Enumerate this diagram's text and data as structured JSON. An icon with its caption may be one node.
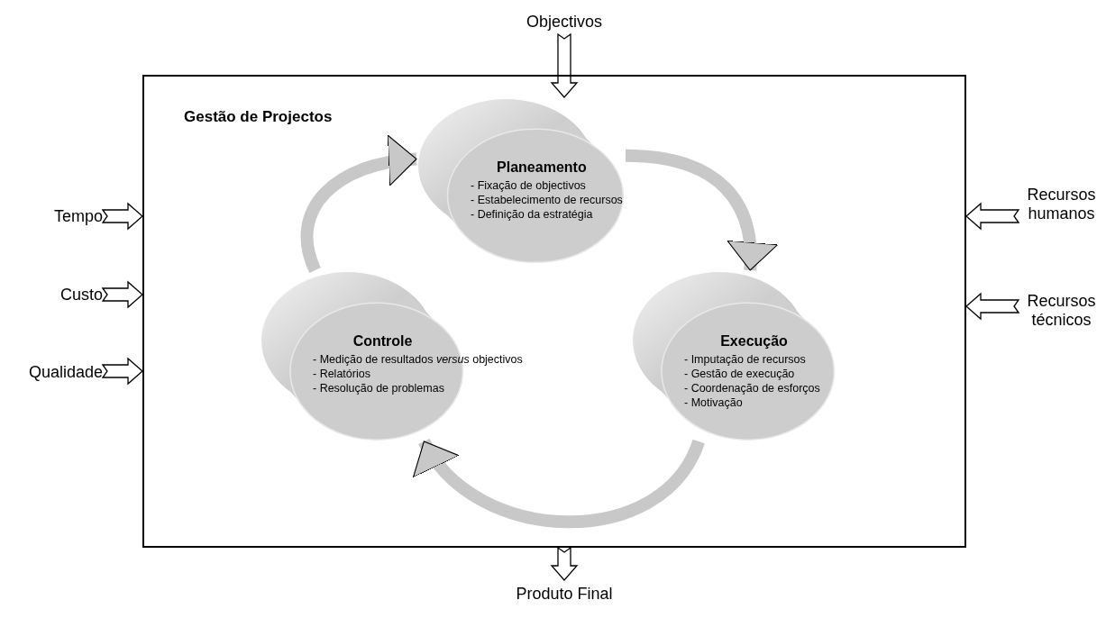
{
  "diagram": {
    "nodes": [
      {
        "text": [
          "Objectivos"
        ]
      },
      {
        "text": [
          "Gestão de Projectos"
        ]
      },
      {
        "text": [
          "Planeamento",
          "- Fixação de objectivos",
          "- Estabelecimento de recursos",
          "- Definição da estratégia"
        ],
        "in": 1
      },
      {
        "text": [
          "Controle",
          "- Medição de resultados *versus* objectivos",
          "- Relatórios",
          "- Resolução de problemas"
        ],
        "in": 1
      },
      {
        "text": [
          "Execução",
          "- Imputação de recursos",
          "- Gestão de execução",
          "- Coordenação de esforços",
          "- Motivação"
        ],
        "in": 1
      },
      {
        "text": [
          "Tempo"
        ]
      },
      {
        "text": [
          "Custo"
        ]
      },
      {
        "text": [
          "Qualidade"
        ]
      },
      {
        "text": [
          "Recursos humanos"
        ]
      },
      {
        "text": [
          "Recursos técnicos"
        ]
      },
      {
        "text": [
          "Produto Final"
        ]
      }
    ],
    "edges": [
      {
        "from": 0,
        "to": 2,
        "arrow": "to"
      },
      {
        "from": 5,
        "to": 1,
        "arrow": "to"
      },
      {
        "from": 6,
        "to": 1,
        "arrow": "to"
      },
      {
        "from": 7,
        "to": 1,
        "arrow": "to"
      },
      {
        "from": 8,
        "to": 1,
        "arrow": "to"
      },
      {
        "from": 9,
        "to": 1,
        "arrow": "to"
      },
      {
        "from": 1,
        "to": 10,
        "arrow": "to"
      },
      {
        "from": 2,
        "to": 4,
        "arrow": "to",
        "color": "#c8c8c8"
      },
      {
        "from": 4,
        "to": 3,
        "arrow": "to",
        "color": "#c8c8c8"
      },
      {
        "from": 3,
        "to": 2,
        "arrow": "to",
        "color": "#c8c8c8"
      }
    ]
  }
}
